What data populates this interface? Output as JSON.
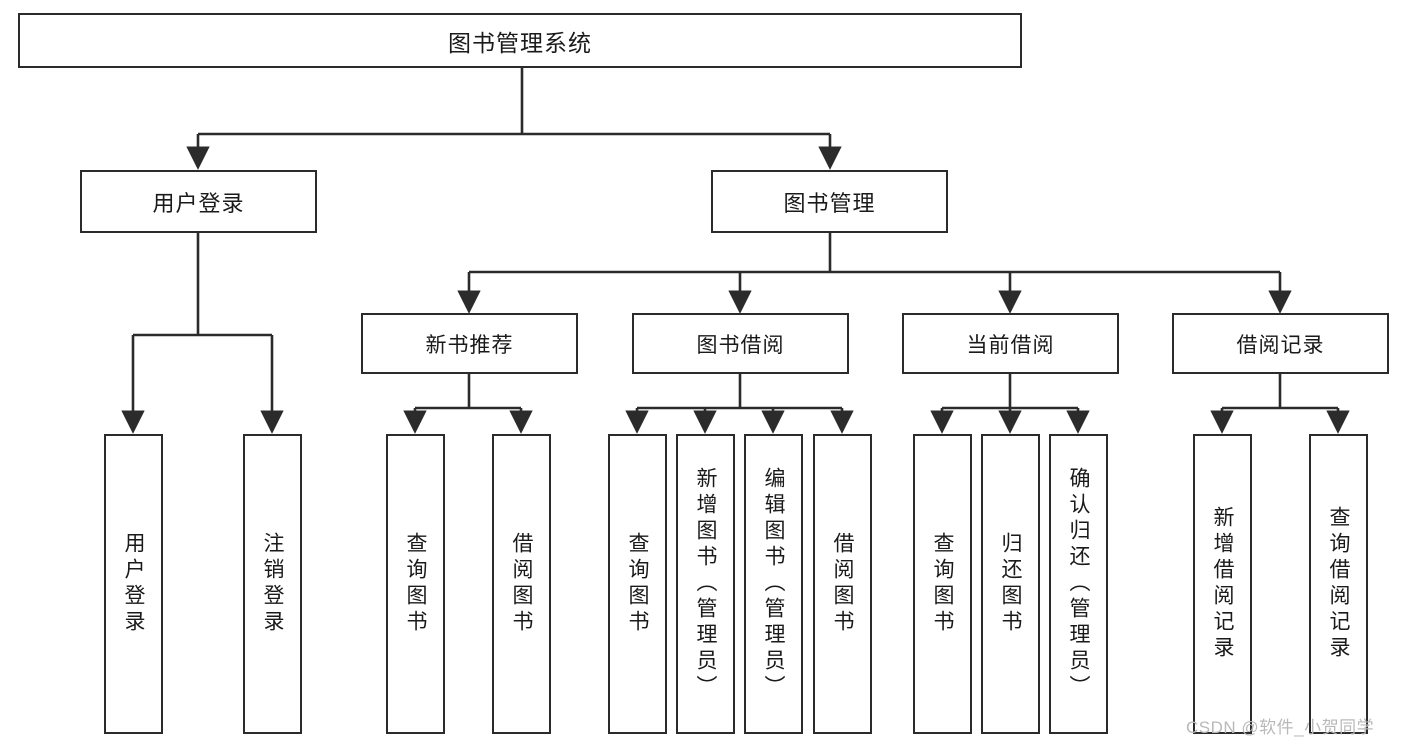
{
  "diagram": {
    "title": "图书管理系统",
    "root": {
      "label": "图书管理系统"
    },
    "level1": [
      {
        "label": "用户登录"
      },
      {
        "label": "图书管理"
      }
    ],
    "level2": [
      {
        "label": "新书推荐"
      },
      {
        "label": "图书借阅"
      },
      {
        "label": "当前借阅"
      },
      {
        "label": "借阅记录"
      }
    ],
    "leaves": {
      "user_login": [
        {
          "label": "用户登录"
        },
        {
          "label": "注销登录"
        }
      ],
      "new_book_recommend": [
        {
          "label": "查询图书"
        },
        {
          "label": "借阅图书"
        }
      ],
      "book_borrow": [
        {
          "label": "查询图书"
        },
        {
          "label": "新增图书（管理员）"
        },
        {
          "label": "编辑图书（管理员）"
        },
        {
          "label": "借阅图书"
        }
      ],
      "current_borrow": [
        {
          "label": "查询图书"
        },
        {
          "label": "归还图书"
        },
        {
          "label": "确认归还（管理员）"
        }
      ],
      "borrow_record": [
        {
          "label": "新增借阅记录"
        },
        {
          "label": "查询借阅记录"
        }
      ]
    },
    "watermark": "CSDN @软件_小贺同学",
    "colors": {
      "stroke": "#2b2b2b",
      "background": "#ffffff",
      "text": "#1a1a1a",
      "watermark": "#b9b9b9"
    }
  }
}
